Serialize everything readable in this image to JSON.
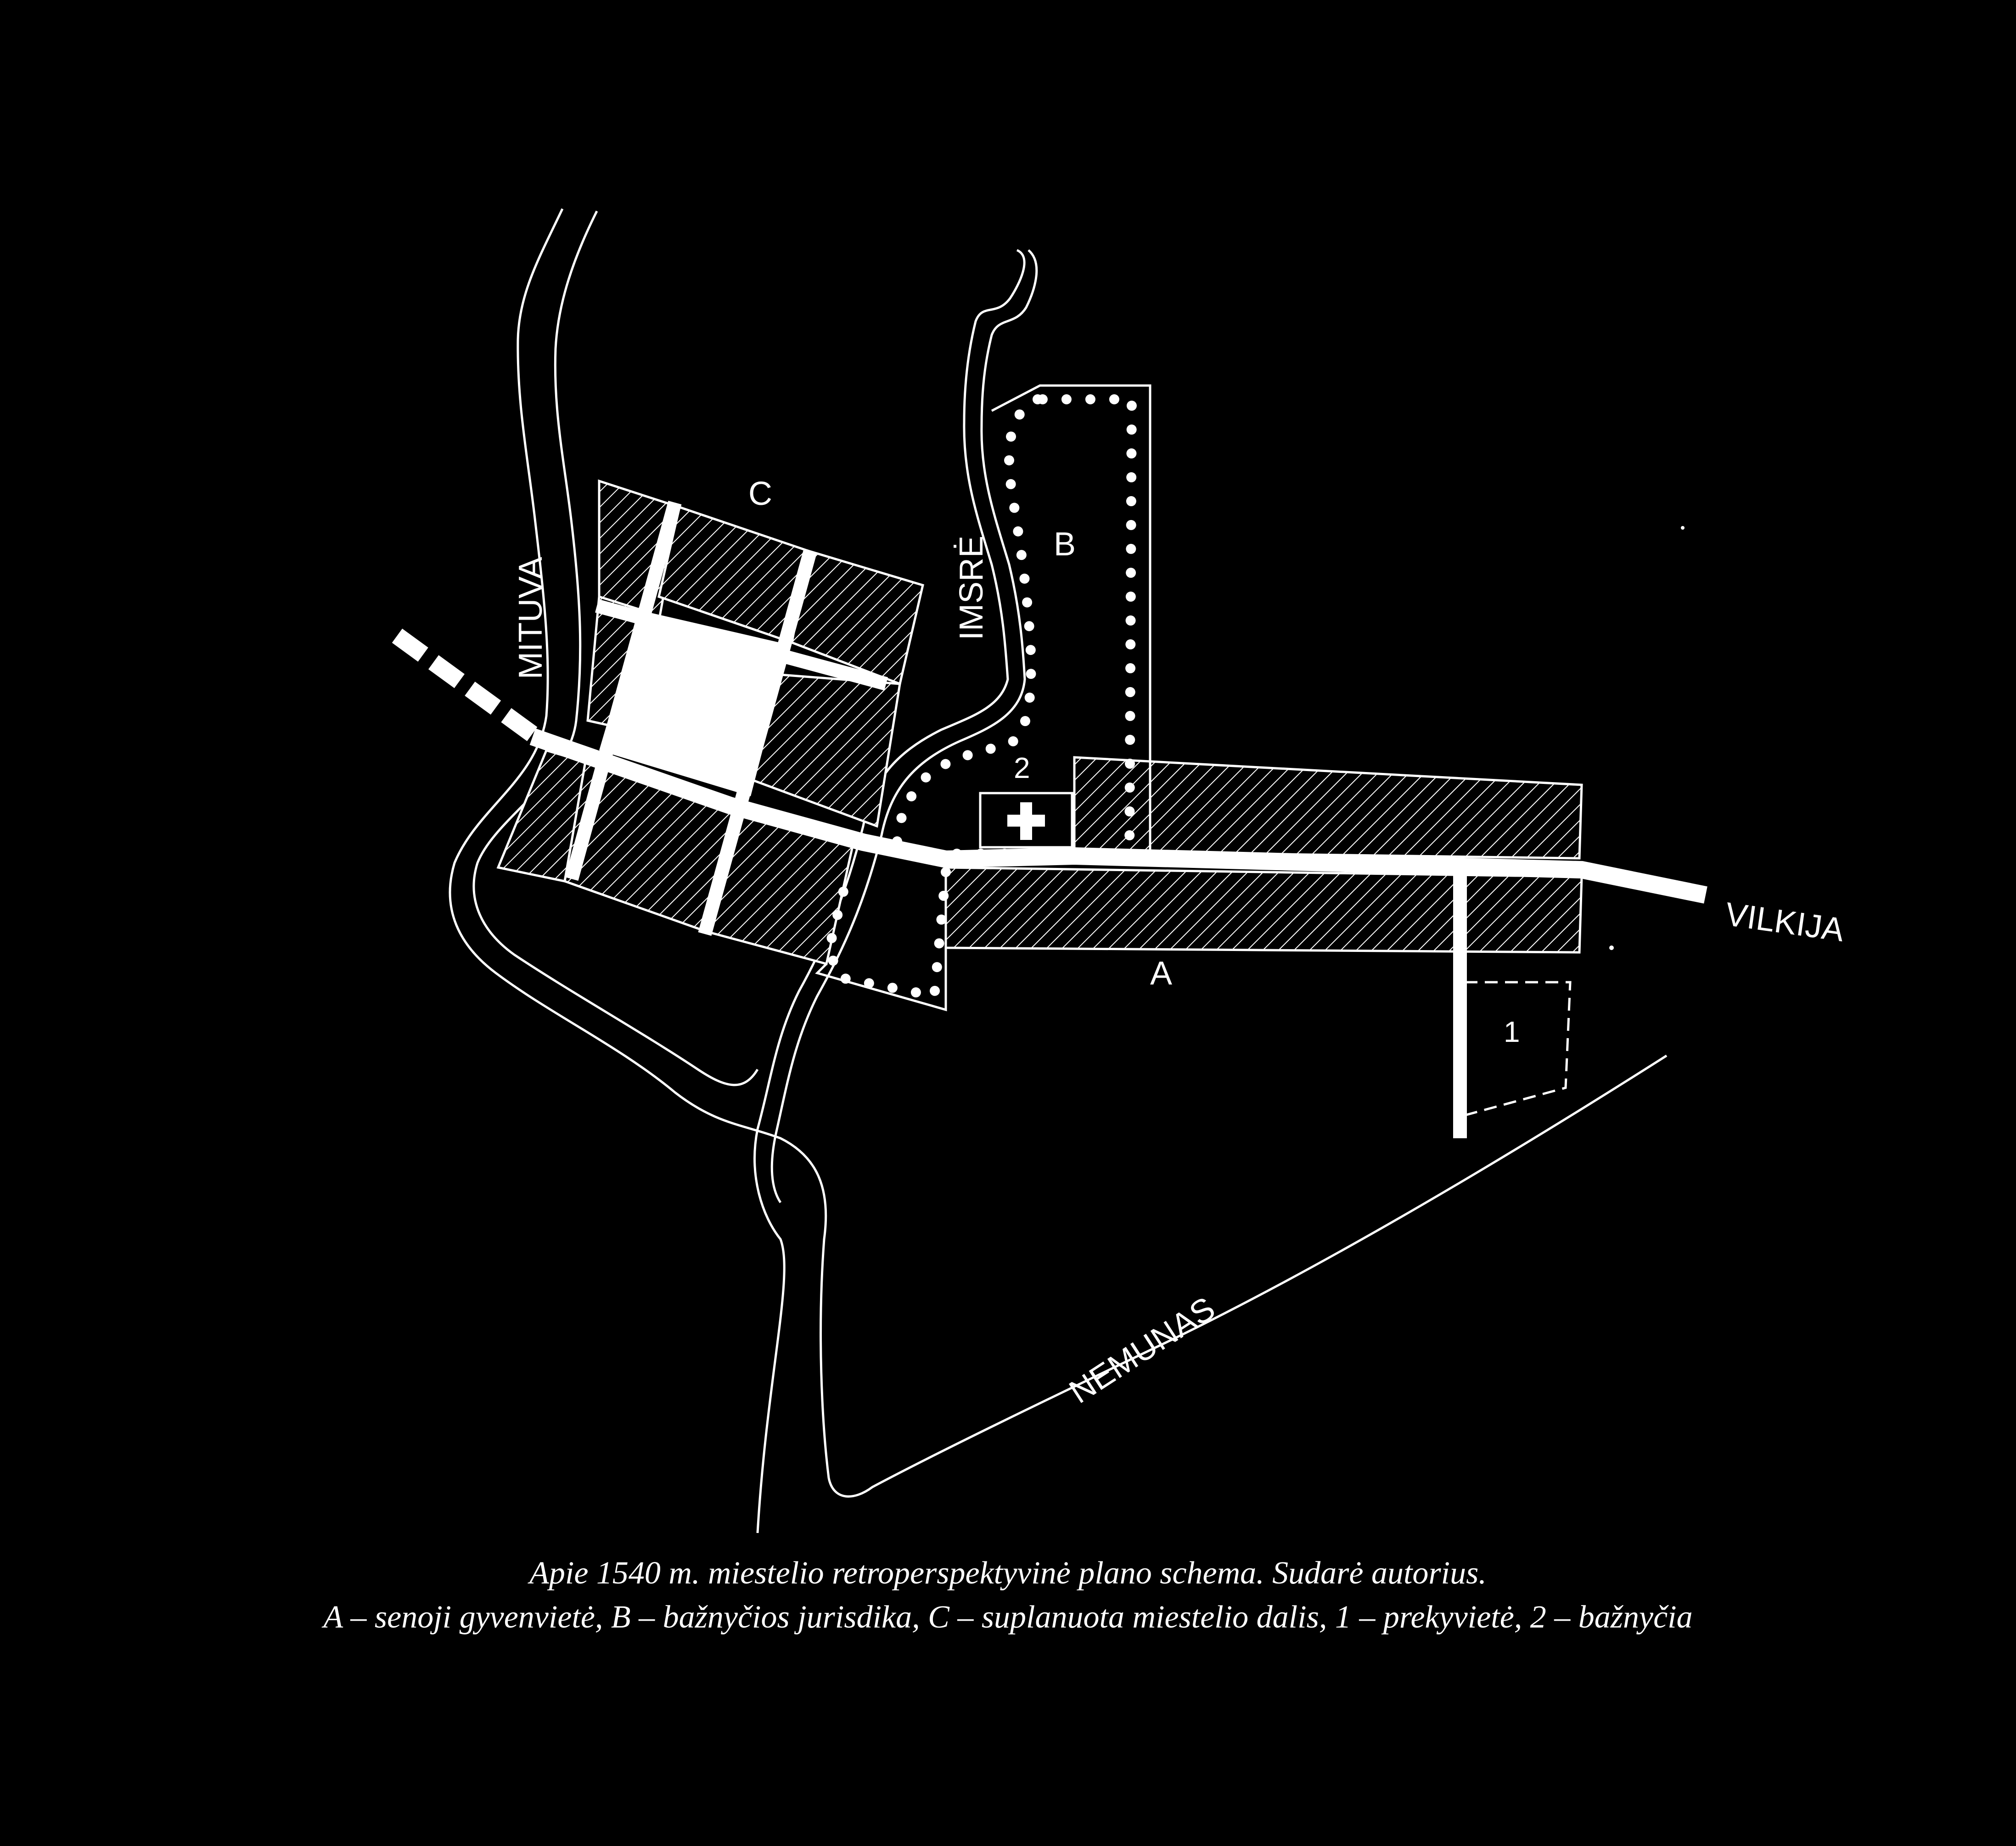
{
  "map": {
    "colors": {
      "background": "#000000",
      "ink": "#ffffff"
    },
    "labels": {
      "river_mituva": "MITUVA",
      "river_imsre": "IMSRĖ",
      "river_nemunas": "NEMUNAS",
      "road_vilkija": "VILKIJA",
      "area_a": "A",
      "area_b": "B",
      "area_c": "C",
      "marker_1": "1",
      "marker_2": "2"
    },
    "icons": {
      "church": "cross-icon"
    }
  },
  "caption": {
    "line1": "Apie 1540 m. miestelio retroperspektyvinė plano schema. Sudarė autorius.",
    "line2": "A – senoji gyvenvietė, B – bažnyčios jurisdika, C – suplanuota miestelio dalis, 1 – prekyvietė, 2 – bažnyčia"
  }
}
